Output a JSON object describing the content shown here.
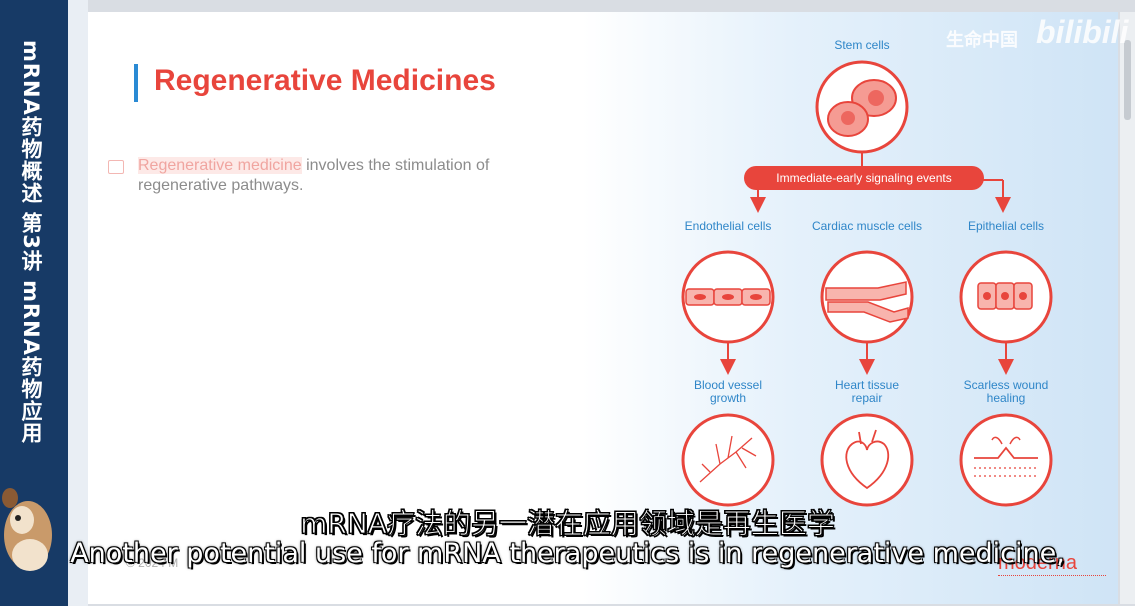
{
  "sidebar": {
    "text": "mRNA药物概述 第3讲 mRNA药物应用"
  },
  "slide": {
    "title": "Regenerative Medicines",
    "bullet_highlight": "Regenerative medicine",
    "bullet_rest": " involves the stimulation of regenerative pathways.",
    "copyright": "© 2024 M"
  },
  "diagram": {
    "top_label": "Stem cells",
    "signal_label": "Immediate-early signaling events",
    "cells": [
      "Endothelial cells",
      "Cardiac muscle cells",
      "Epithelial cells"
    ],
    "outcomes_line1": [
      "Blood vessel",
      "Heart tissue",
      "Scarless wound"
    ],
    "outcomes_line2": [
      "growth",
      "repair",
      "healing"
    ]
  },
  "watermark": {
    "channel": "生命中国",
    "site": "bilibili"
  },
  "logo": {
    "text": "moderna"
  },
  "subtitles": {
    "cn": "mRNA疗法的另一潜在应用领域是再生医学",
    "en": "Another potential use for mRNA therapeutics is in regenerative medicine,"
  },
  "colors": {
    "accent_red": "#e8453c",
    "title_blue": "#2a8ad4",
    "label_blue": "#2f86c8",
    "sidebar": "#173a66"
  }
}
